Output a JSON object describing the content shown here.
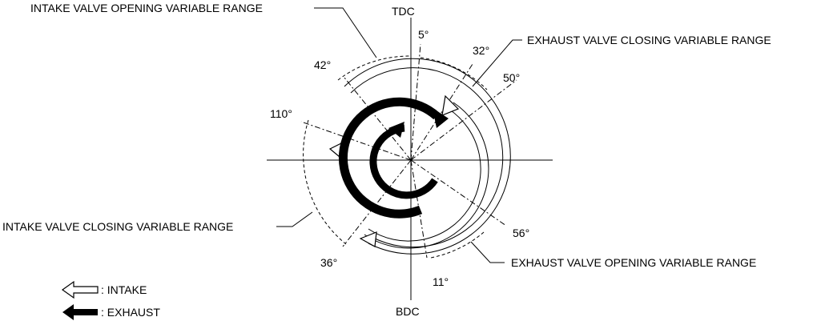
{
  "labels": {
    "tdc": "TDC",
    "bdc": "BDC",
    "ivo_range": "INTAKE VALVE OPENING VARIABLE RANGE",
    "ivc_range": "INTAKE VALVE CLOSING VARIABLE RANGE",
    "evc_range": "EXHAUST VALVE CLOSING VARIABLE RANGE",
    "evo_range": "EXHAUST VALVE OPENING VARIABLE RANGE"
  },
  "angles": {
    "a5": "5°",
    "a32": "32°",
    "a42": "42°",
    "a50": "50°",
    "a110": "110°",
    "a36": "36°",
    "a56": "56°",
    "a11": "11°"
  },
  "legend": {
    "intake": ": INTAKE",
    "exhaust": ": EXHAUST"
  },
  "colors": {
    "line": "#000000",
    "background": "#ffffff"
  }
}
